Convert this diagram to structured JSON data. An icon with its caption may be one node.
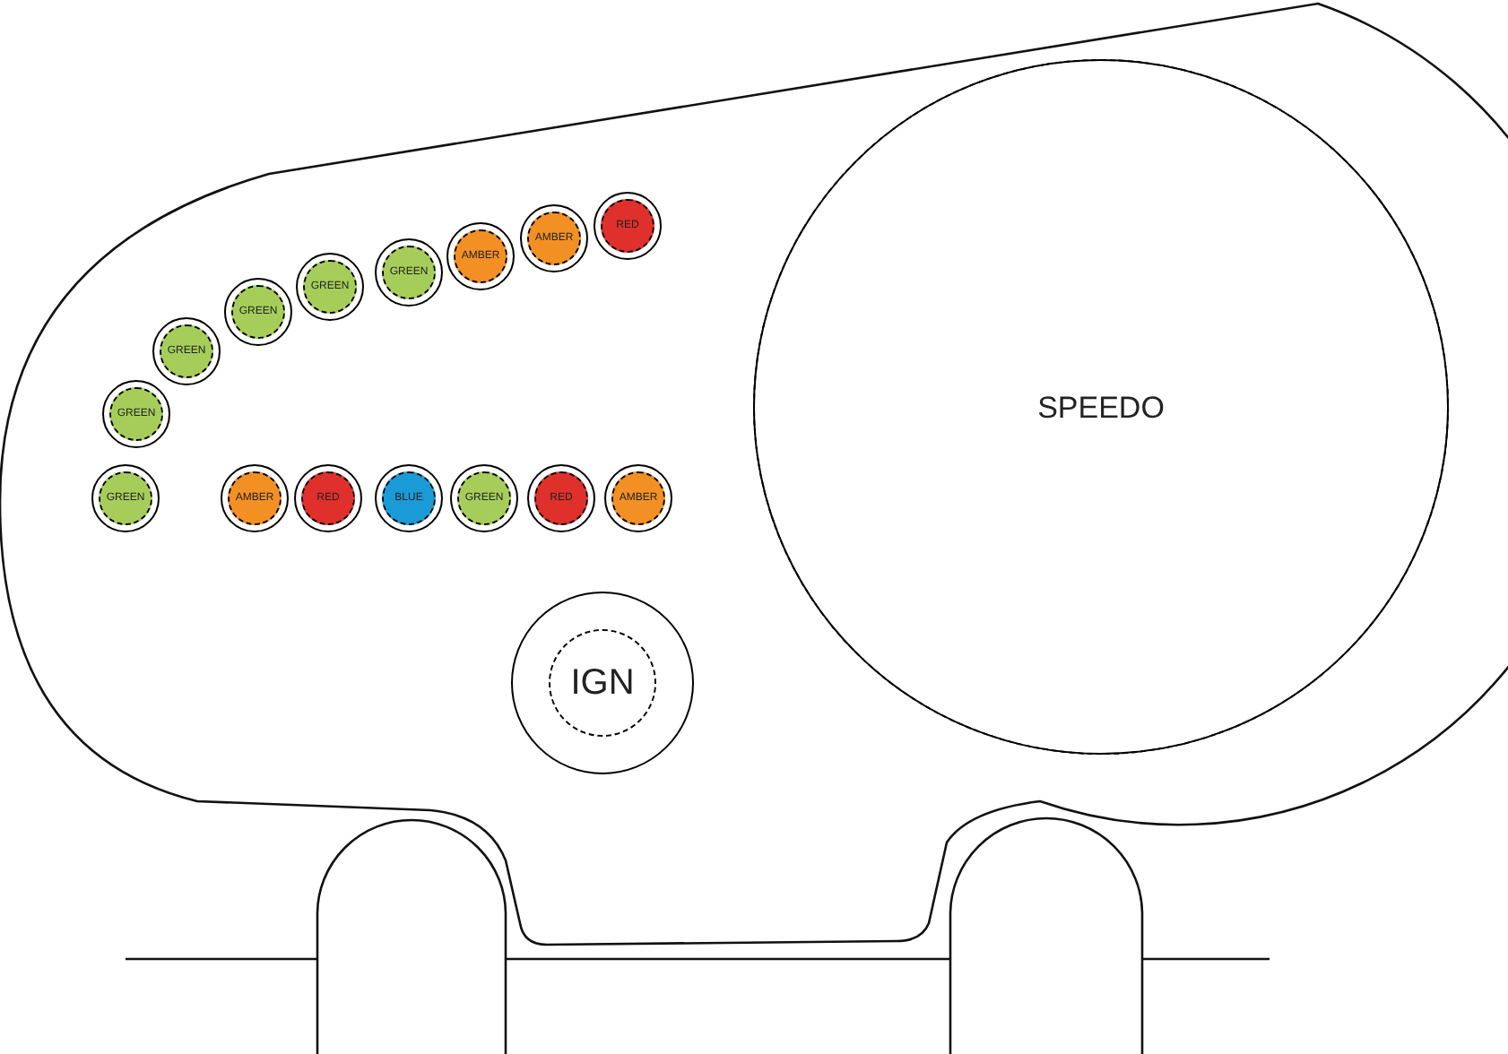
{
  "diagram": {
    "nodes": [
      {
        "text": [
          "GREEN"
        ]
      },
      {
        "text": [
          "GREEN"
        ]
      },
      {
        "text": [
          "GREEN"
        ]
      },
      {
        "text": [
          "GREEN"
        ]
      },
      {
        "text": [
          "GREEN"
        ]
      },
      {
        "text": [
          "AMBER"
        ]
      },
      {
        "text": [
          "AMBER"
        ]
      },
      {
        "text": [
          "RED"
        ]
      },
      {
        "text": [
          "GREEN"
        ]
      },
      {
        "text": [
          "AMBER"
        ]
      },
      {
        "text": [
          "RED"
        ]
      },
      {
        "text": [
          "BLUE"
        ]
      },
      {
        "text": [
          "GREEN"
        ]
      },
      {
        "text": [
          "RED"
        ]
      },
      {
        "text": [
          "AMBER"
        ]
      },
      {
        "text": [
          "IGN"
        ]
      },
      {
        "text": [
          "SPEEDO"
        ]
      }
    ],
    "edges": []
  }
}
